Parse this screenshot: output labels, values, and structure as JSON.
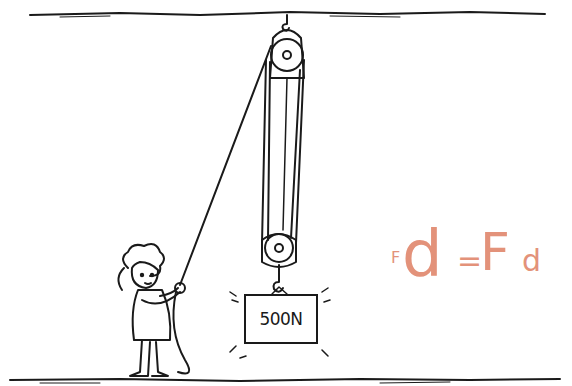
{
  "diagram": {
    "nodes": [
      {
        "text": [
          "500N"
        ]
      }
    ],
    "labels": [
      "F",
      "d",
      "=",
      "F",
      "d"
    ]
  }
}
